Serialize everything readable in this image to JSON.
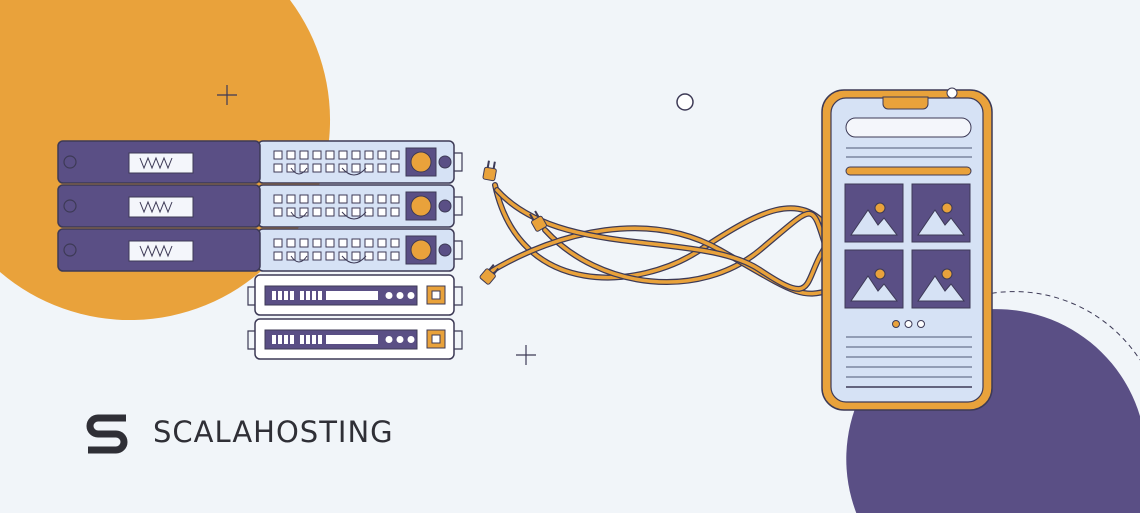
{
  "brand": {
    "name": "SCALAHOSTING"
  },
  "colors": {
    "background": "#f1f5f9",
    "orange": "#e9a23b",
    "purple": "#5a4f85",
    "light_blue": "#d6e2f5",
    "outline": "#3d3a56"
  },
  "illustration": {
    "server_units_with_ports": 3,
    "server_units_plain": 2,
    "phone_image_tiles": 4,
    "carousel_dots": 3,
    "carousel_active_dot": 1
  }
}
